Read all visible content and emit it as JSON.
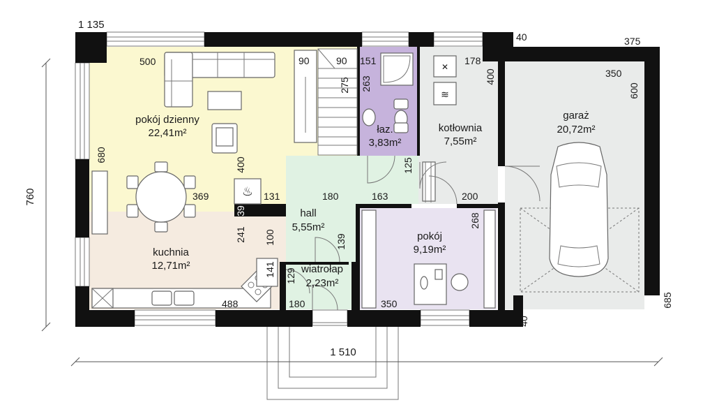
{
  "rooms": [
    {
      "name": "pokój dzienny",
      "area": "22,41m²",
      "color": "#fbf8d0"
    },
    {
      "name": "kuchnia",
      "area": "12,71m²",
      "color": "#f5ebe0"
    },
    {
      "name": "hall",
      "area": "5,55m²",
      "color": "#e0f2e3"
    },
    {
      "name": "łazienka",
      "label": "łaz.",
      "area": "3,83m²",
      "color": "#c6b3dc"
    },
    {
      "name": "kotłownia",
      "area": "7,55m²",
      "color": "#e9ebea"
    },
    {
      "name": "garaż",
      "area": "20,72m²",
      "color": "#e9ebea"
    },
    {
      "name": "pokój",
      "area": "9,19m²",
      "color": "#e9e3f1"
    },
    {
      "name": "wiatrołap",
      "label": "wiatrołap",
      "area": "2,23m²",
      "color": "#e0f2e3"
    }
  ],
  "dims": {
    "d1135": "1 135",
    "d40a": "40",
    "d375": "375",
    "d760": "760",
    "d685": "685",
    "d1510": "1 510",
    "d40b": "40",
    "d500": "500",
    "d90a": "90",
    "d90b": "90",
    "d275": "275",
    "d151": "151",
    "d263": "263",
    "d178": "178",
    "d400a": "400",
    "d350a": "350",
    "d600": "600",
    "d680": "680",
    "d400b": "400",
    "d369": "369",
    "d131": "131",
    "d39": "39",
    "d180a": "180",
    "d163": "163",
    "d125": "125",
    "d200": "200",
    "d241": "241",
    "d100": "100",
    "d139": "139",
    "d141": "141",
    "d129": "129",
    "d180b": "180",
    "d488": "488",
    "d268": "268",
    "d350b": "350"
  }
}
